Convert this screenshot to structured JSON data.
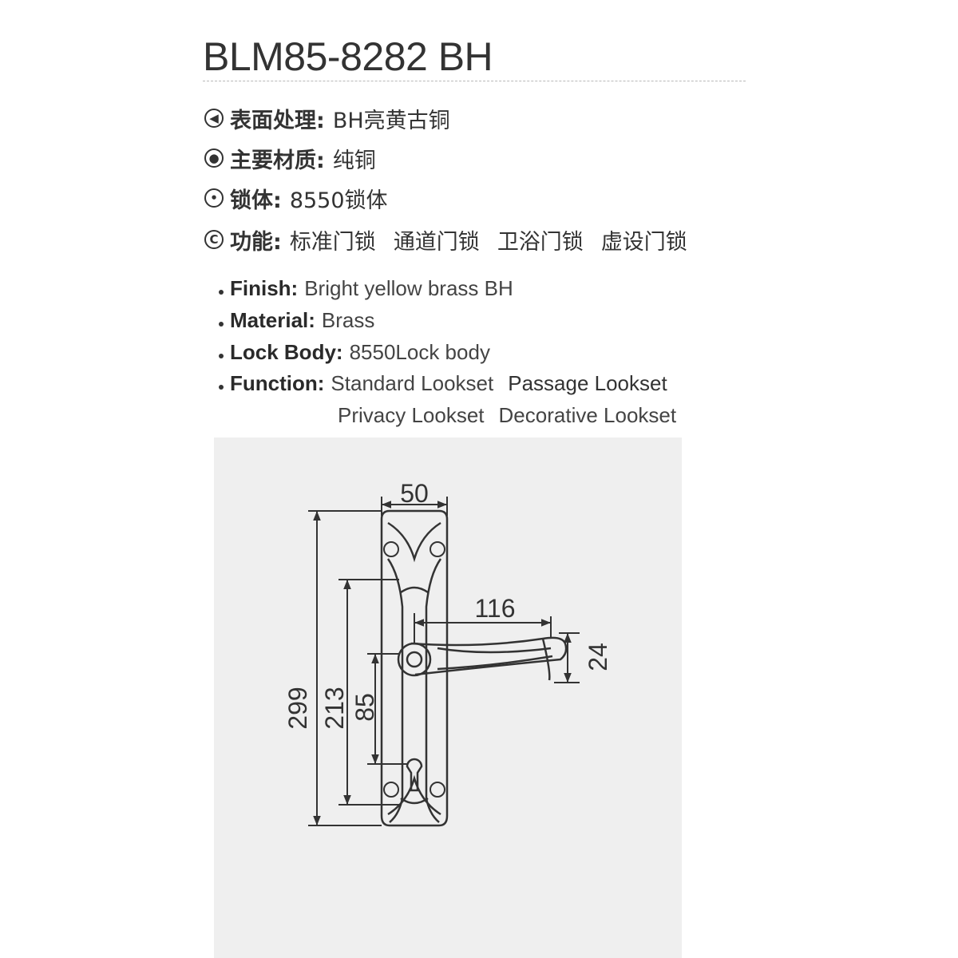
{
  "title": "BLM85-8282 BH",
  "specs_cn": {
    "finish": {
      "icon": "finish-icon",
      "label": "表面处理:",
      "value": "BH亮黄古铜"
    },
    "material": {
      "icon": "material-icon",
      "label": "主要材质:",
      "value": "纯铜"
    },
    "lock_body": {
      "icon": "lock-icon",
      "label": "锁体:",
      "value": "8550锁体"
    },
    "function": {
      "icon": "copyright-icon",
      "label": "功能:",
      "values": [
        "标准门锁",
        "通道门锁",
        "卫浴门锁",
        "虚设门锁"
      ]
    }
  },
  "specs_en": {
    "finish": {
      "label": "Finish:",
      "value": "Bright yellow brass BH"
    },
    "material": {
      "label": "Material:",
      "value": "Brass"
    },
    "lock_body": {
      "label": "Lock Body:",
      "value": "8550Lock body"
    },
    "function": {
      "label": "Function:",
      "values": [
        "Standard Lookset",
        "Passage Lookset",
        "Privacy Lookset",
        "Decorative Lookset"
      ]
    }
  },
  "dimensions": {
    "width": "50",
    "handle_length": "116",
    "handle_height": "24",
    "overall_height": "299",
    "screw_spacing": "213",
    "handle_to_cylinder": "85"
  }
}
